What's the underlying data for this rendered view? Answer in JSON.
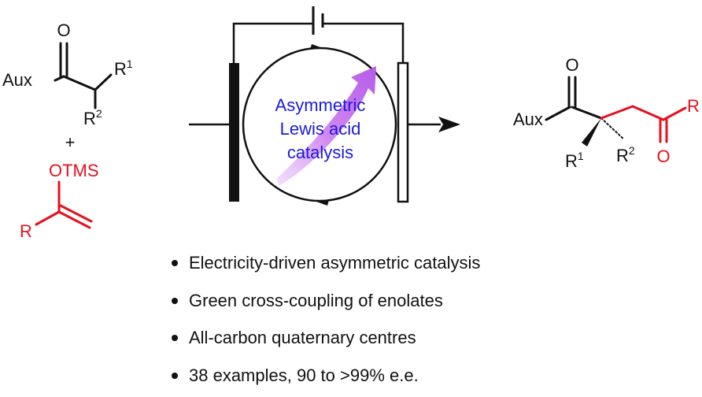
{
  "colors": {
    "black": "#111111",
    "red": "#e8101e",
    "blue": "#1a1adb",
    "arrow_purple": "#cc7df0"
  },
  "reactant": {
    "carbonyl_o": "O",
    "aux": "Aux",
    "r1": "R",
    "r1_sup": "1",
    "r2": "R",
    "r2_sup": "2",
    "plus": "+"
  },
  "enol_ether": {
    "otms": "OTMS",
    "r": "R"
  },
  "cell": {
    "catalysis_lines": [
      "Asymmetric",
      "Lewis acid",
      "catalysis"
    ]
  },
  "product": {
    "o_top": "O",
    "aux": "Aux",
    "r1": "R",
    "r1_sup": "1",
    "r2": "R",
    "r2_sup": "2",
    "r_red": "R",
    "o_red": "O"
  },
  "bullets": [
    "Electricity-driven asymmetric catalysis",
    "Green cross-coupling of enolates",
    "All-carbon quaternary centres",
    "38 examples, 90 to >99% e.e."
  ]
}
